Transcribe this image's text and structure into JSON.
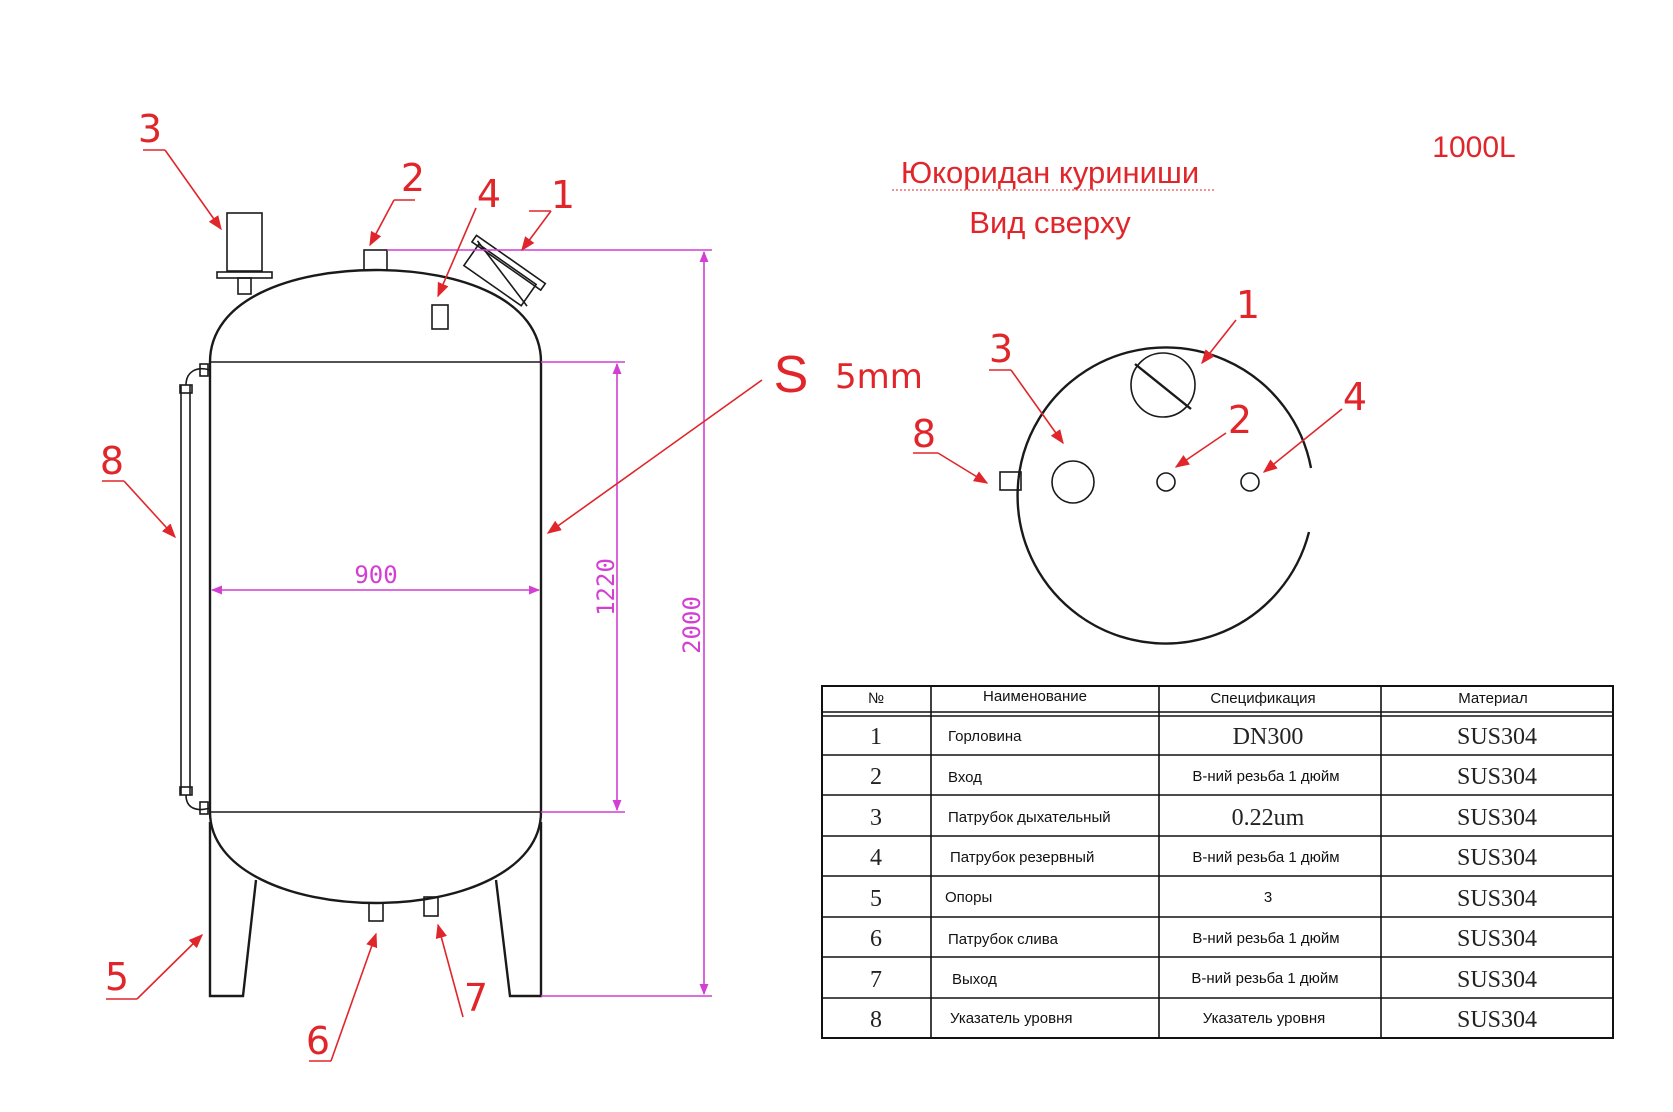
{
  "title": {
    "line1": "Юкоридан куриниши",
    "line2": "Вид сверху",
    "capacity": "1000L"
  },
  "thickness": {
    "symbol": "S",
    "value": "5mm"
  },
  "dimensions": {
    "diameter": "900",
    "shell_height": "1220",
    "total_height": "2000"
  },
  "side_view_callouts": [
    "3",
    "2",
    "4",
    "1",
    "8",
    "5",
    "6",
    "7"
  ],
  "top_view_callouts": [
    "1",
    "3",
    "8",
    "2",
    "4"
  ],
  "table": {
    "headers": [
      "№",
      "Наименование",
      "Спецификация",
      "Материал"
    ],
    "rows": [
      {
        "no": "1",
        "name": "Горловина",
        "spec": "DN300",
        "material": "SUS304"
      },
      {
        "no": "2",
        "name": "Вход",
        "spec": "В-ний резьба 1 дюйм",
        "material": "SUS304"
      },
      {
        "no": "3",
        "name": "Патрубок дыхательный",
        "spec": "0.22um",
        "material": "SUS304"
      },
      {
        "no": "4",
        "name": "Патрубок резервный",
        "spec": "В-ний резьба 1 дюйм",
        "material": "SUS304"
      },
      {
        "no": "5",
        "name": "Опоры",
        "spec": "3",
        "material": "SUS304"
      },
      {
        "no": "6",
        "name": "Патрубок слива",
        "spec": "В-ний резьба 1 дюйм",
        "material": "SUS304"
      },
      {
        "no": "7",
        "name": "Выход",
        "spec": "В-ний резьба 1 дюйм",
        "material": "SUS304"
      },
      {
        "no": "8",
        "name": "Указатель уровня",
        "spec": "Указатель уровня",
        "material": "SUS304"
      }
    ]
  },
  "colors": {
    "callout": "#e0262b",
    "dimension": "#d23fd2",
    "outline": "#1a1a1a"
  }
}
